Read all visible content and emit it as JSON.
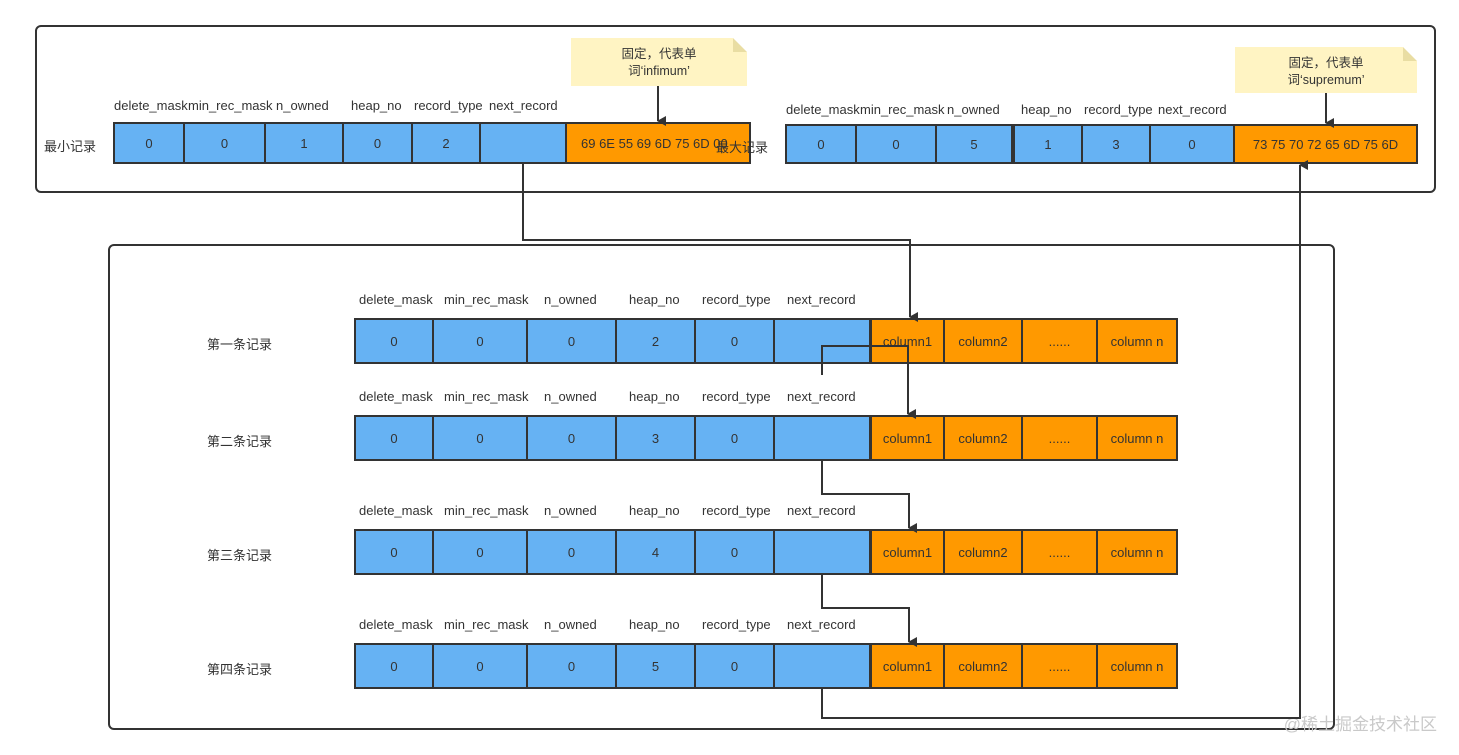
{
  "headers": {
    "delete_mask": "delete_mask",
    "min_rec_mask": "min_rec_mask",
    "n_owned": "n_owned",
    "heap_no": "heap_no",
    "record_type": "record_type",
    "next_record": "next_record"
  },
  "infimum": {
    "label": "最小记录",
    "values": [
      "0",
      "0",
      "1",
      "0",
      "2",
      ""
    ],
    "payload": "69 6E 55 69 6D 75 6D 00",
    "note_line1": "固定，代表单",
    "note_line2": "词‘infimum’"
  },
  "supremum": {
    "label": "最大记录",
    "values": [
      "0",
      "0",
      "5",
      "1",
      "3",
      "0"
    ],
    "payload": "73 75 70 72 65 6D 75 6D",
    "note_line1": "固定，代表单",
    "note_line2": "词‘supremum’"
  },
  "records": [
    {
      "label": "第一条记录",
      "values": [
        "0",
        "0",
        "0",
        "2",
        "0",
        ""
      ]
    },
    {
      "label": "第二条记录",
      "values": [
        "0",
        "0",
        "0",
        "3",
        "0",
        ""
      ]
    },
    {
      "label": "第三条记录",
      "values": [
        "0",
        "0",
        "0",
        "4",
        "0",
        ""
      ]
    },
    {
      "label": "第四条记录",
      "values": [
        "0",
        "0",
        "0",
        "5",
        "0",
        ""
      ]
    }
  ],
  "columns": [
    "column1",
    "column2",
    "......",
    "column n"
  ],
  "watermark": "@稀土掘金技术社区"
}
